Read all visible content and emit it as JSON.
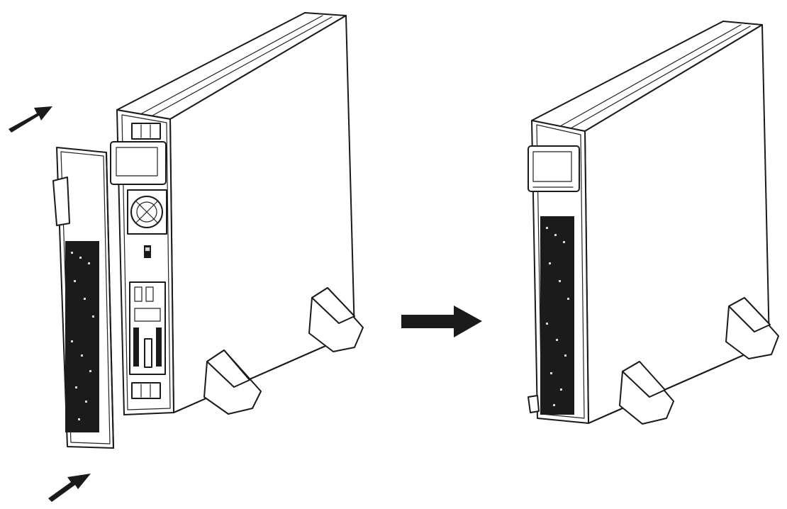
{
  "figure": {
    "steps": [
      {
        "id": "before",
        "state": "front-panel-detached"
      },
      {
        "id": "after",
        "state": "front-panel-attached"
      }
    ],
    "arrows": [
      {
        "id": "upper-insert-arrow",
        "icon": "arrow-upper-right-icon"
      },
      {
        "id": "lower-insert-arrow",
        "icon": "arrow-upper-right-icon"
      },
      {
        "id": "transition-arrow",
        "icon": "arrow-right-icon"
      }
    ],
    "colors": {
      "line": "#1a1a1a",
      "fill": "#ffffff",
      "grille": "#1b1b1b"
    }
  }
}
